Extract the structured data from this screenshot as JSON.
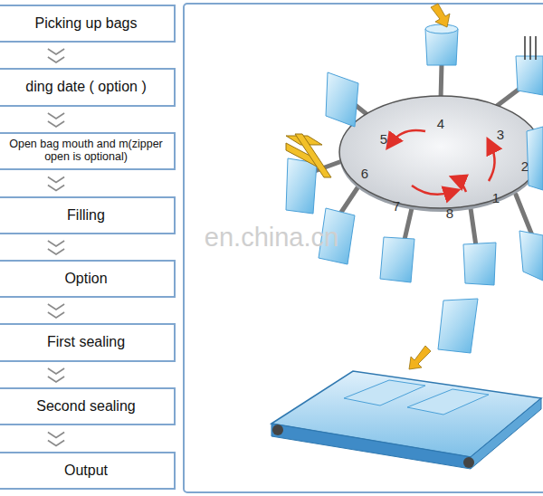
{
  "diagram": {
    "nodes": [
      {
        "text": [
          "Picking up bags"
        ]
      },
      {
        "text": [
          "ding date ( option )"
        ]
      },
      {
        "text": [
          "Open bag mouth and m(zipper open is optional)"
        ]
      },
      {
        "text": [
          "Filling"
        ]
      },
      {
        "text": [
          "Option"
        ]
      },
      {
        "text": [
          "First sealing"
        ]
      },
      {
        "text": [
          "Second sealing"
        ]
      },
      {
        "text": [
          "Output"
        ]
      }
    ],
    "edges": [
      {
        "from": 0,
        "to": 1,
        "arrow": "to"
      },
      {
        "from": 1,
        "to": 2,
        "arrow": "to"
      },
      {
        "from": 2,
        "to": 3,
        "arrow": "to"
      },
      {
        "from": 3,
        "to": 4,
        "arrow": "to"
      },
      {
        "from": 4,
        "to": 5,
        "arrow": "to"
      },
      {
        "from": 5,
        "to": 6,
        "arrow": "to"
      },
      {
        "from": 6,
        "to": 7,
        "arrow": "to"
      }
    ],
    "labels": [
      "1",
      "2",
      "3",
      "4",
      "5",
      "6",
      "7",
      "8",
      "en.china.cn"
    ]
  }
}
